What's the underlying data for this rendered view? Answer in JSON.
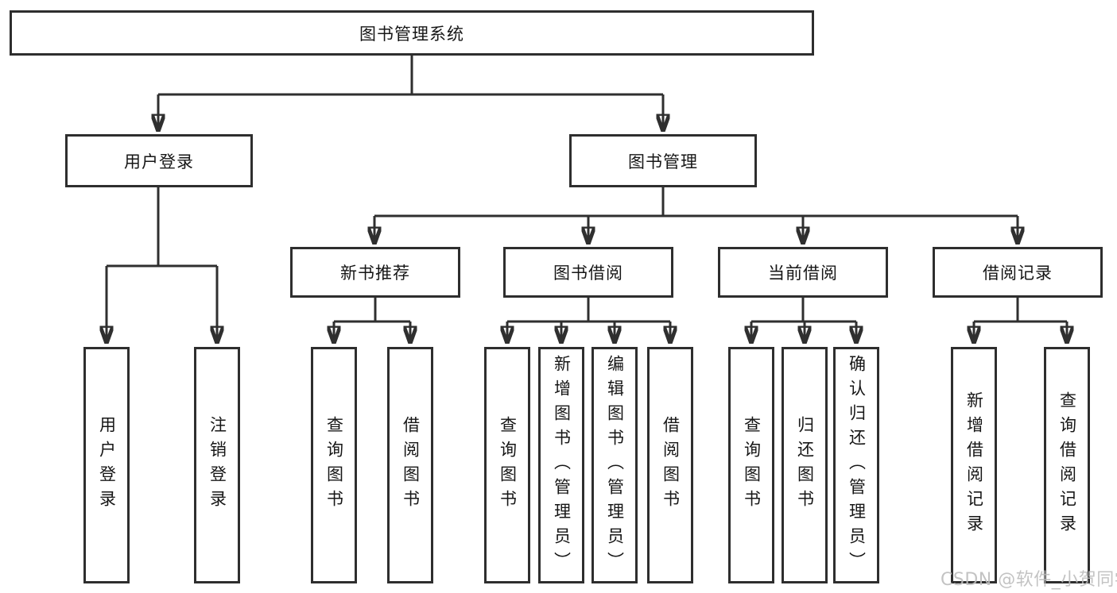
{
  "diagram": {
    "title_node": "图书管理系统",
    "tree": {
      "root": {
        "label": "图书管理系统"
      },
      "children": [
        {
          "label": "用户登录",
          "children": [
            {
              "label": "用户登录"
            },
            {
              "label": "注销登录"
            }
          ]
        },
        {
          "label": "图书管理",
          "children": [
            {
              "label": "新书推荐",
              "children": [
                {
                  "label": "查询图书"
                },
                {
                  "label": "借阅图书"
                }
              ]
            },
            {
              "label": "图书借阅",
              "children": [
                {
                  "label": "查询图书"
                },
                {
                  "label": "新增图书（管理员）"
                },
                {
                  "label": "编辑图书（管理员）"
                },
                {
                  "label": "借阅图书"
                }
              ]
            },
            {
              "label": "当前借阅",
              "children": [
                {
                  "label": "查询图书"
                },
                {
                  "label": "归还图书"
                },
                {
                  "label": "确认归还（管理员）"
                }
              ]
            },
            {
              "label": "借阅记录",
              "children": [
                {
                  "label": "新增借阅记录"
                },
                {
                  "label": "查询借阅记录"
                }
              ]
            }
          ]
        }
      ]
    },
    "colors": {
      "line": "#2f2f2f",
      "box_border": "#2e2e2e",
      "box_background": "#ffffff",
      "text": "#161616",
      "watermark": "#bdbdbd"
    }
  },
  "watermark": {
    "text": "CSDN @软件_小贺同学"
  }
}
